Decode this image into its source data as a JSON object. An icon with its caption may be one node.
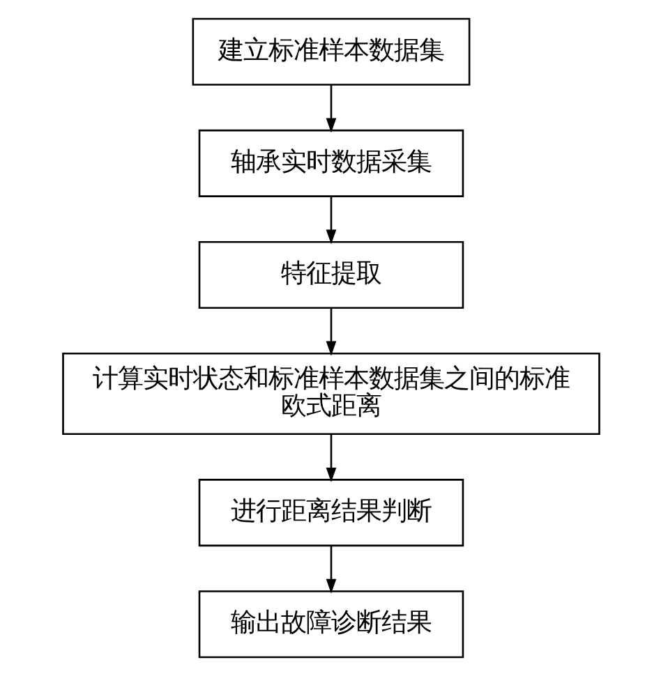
{
  "diagram": {
    "nodes": [
      {
        "text": [
          "建立标准样本数据集"
        ]
      },
      {
        "text": [
          "轴承实时数据采集"
        ]
      },
      {
        "text": [
          "特征提取"
        ]
      },
      {
        "text": [
          "计算实时状态和标准样本数据集之间的标准欧式距离"
        ]
      },
      {
        "text": [
          "进行距离结果判断"
        ]
      },
      {
        "text": [
          "输出故障诊断结果"
        ]
      }
    ],
    "edges": [
      {
        "from": 0,
        "to": 1,
        "arrow": "to"
      },
      {
        "from": 1,
        "to": 2,
        "arrow": "to"
      },
      {
        "from": 2,
        "to": 3,
        "arrow": "to"
      },
      {
        "from": 3,
        "to": 4,
        "arrow": "to"
      },
      {
        "from": 4,
        "to": 5,
        "arrow": "to"
      }
    ]
  }
}
